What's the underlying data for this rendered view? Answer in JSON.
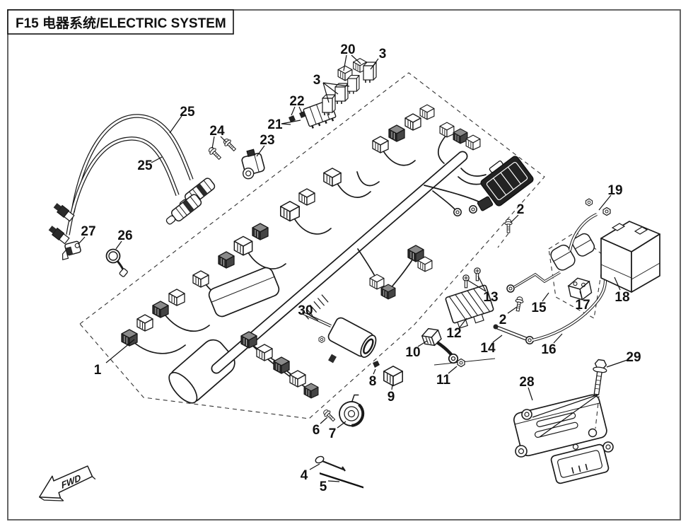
{
  "title": "F15 电器系统/ELECTRIC SYSTEM",
  "fwd_marker": "FWD",
  "colors": {
    "line": "#1a1a1a",
    "background": "#ffffff"
  },
  "callouts": {
    "n1": "1",
    "n2": "2",
    "n3": "3",
    "n4": "4",
    "n5": "5",
    "n6": "6",
    "n7": "7",
    "n8": "8",
    "n9": "9",
    "n10": "10",
    "n11": "11",
    "n12": "12",
    "n13": "13",
    "n14": "14",
    "n15": "15",
    "n16": "16",
    "n17": "17",
    "n18": "18",
    "n19": "19",
    "n20": "20",
    "n21": "21",
    "n22": "22",
    "n23": "23",
    "n24": "24",
    "n25": "25",
    "n26": "26",
    "n27": "27",
    "n28": "28",
    "n29": "29",
    "n30": "30"
  }
}
